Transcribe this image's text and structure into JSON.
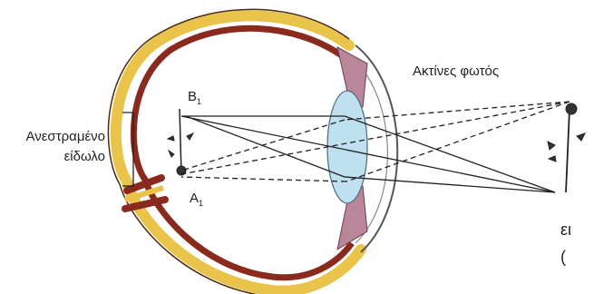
{
  "labels": {
    "image_line1": "Ανεστραμένο",
    "image_line2": "είδωλο",
    "rays": "Ακτίνες φωτός",
    "point_b": "B",
    "point_b_sub": "1",
    "point_a": "A",
    "point_a_sub": "1",
    "object_partial_line1": "ει",
    "object_partial_line2": "("
  },
  "colors": {
    "sclera": "#e9c34a",
    "choroid": "#8a2a1e",
    "iris": "#b9869a",
    "lens": "#bfe0ee",
    "ray": "#222222"
  }
}
